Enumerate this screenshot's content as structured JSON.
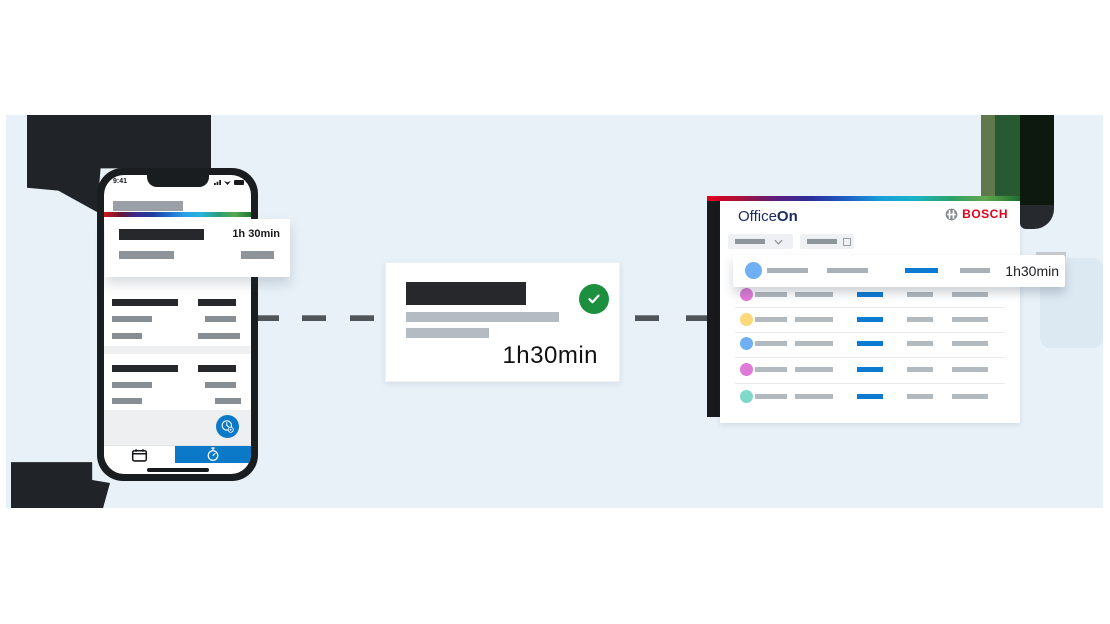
{
  "scene": {
    "background_color": "#ffffff",
    "band_color": "#e8f1f8",
    "connector_dash_color": "#50555a"
  },
  "phone": {
    "status_time": "9:41",
    "status_icons": [
      "signal-icon",
      "wifi-icon",
      "battery-icon"
    ],
    "accent_color": "#0b78c8",
    "stripe_colors": [
      "#d01a1a",
      "#6a1537",
      "#3b2a8e",
      "#1f3f9e",
      "#1f6fd0",
      "#2aa3e8",
      "#27b5d8",
      "#2a9f7a",
      "#58a84e",
      "#1f7a33"
    ],
    "duration_card": {
      "duration": "1h 30min"
    },
    "tabbar": {
      "tabs": [
        "calendar",
        "timer"
      ],
      "active_tab": "timer"
    },
    "fab_icon": "clock-plus"
  },
  "middle_card": {
    "duration": "1h30min",
    "check_color": "#1d9040"
  },
  "panel": {
    "logo_part1": "Office",
    "logo_part2": "On",
    "logo_color": "#1b2b5c",
    "bosch_text": "BOSCH",
    "bosch_color": "#e2001a",
    "accent_color": "#0d7ad2",
    "stripe_colors": [
      "#e2001e",
      "#a8123c",
      "#5a1f7e",
      "#2a2f9e",
      "#1e5fc4",
      "#18a0dc",
      "#1ab5c8",
      "#2aa468",
      "#63a94f",
      "#1c6f31"
    ],
    "filters": [
      "dropdown-filter",
      "date-filter"
    ],
    "highlight_row": {
      "duration": "1h30min",
      "circle_color": "#6fb0f4"
    },
    "rows": [
      {
        "circle_color": "#e07ad8"
      },
      {
        "circle_color": "#fbd97a"
      },
      {
        "circle_color": "#6fb0f4"
      },
      {
        "circle_color": "#e07ad8"
      },
      {
        "circle_color": "#7fd8c8"
      }
    ]
  }
}
